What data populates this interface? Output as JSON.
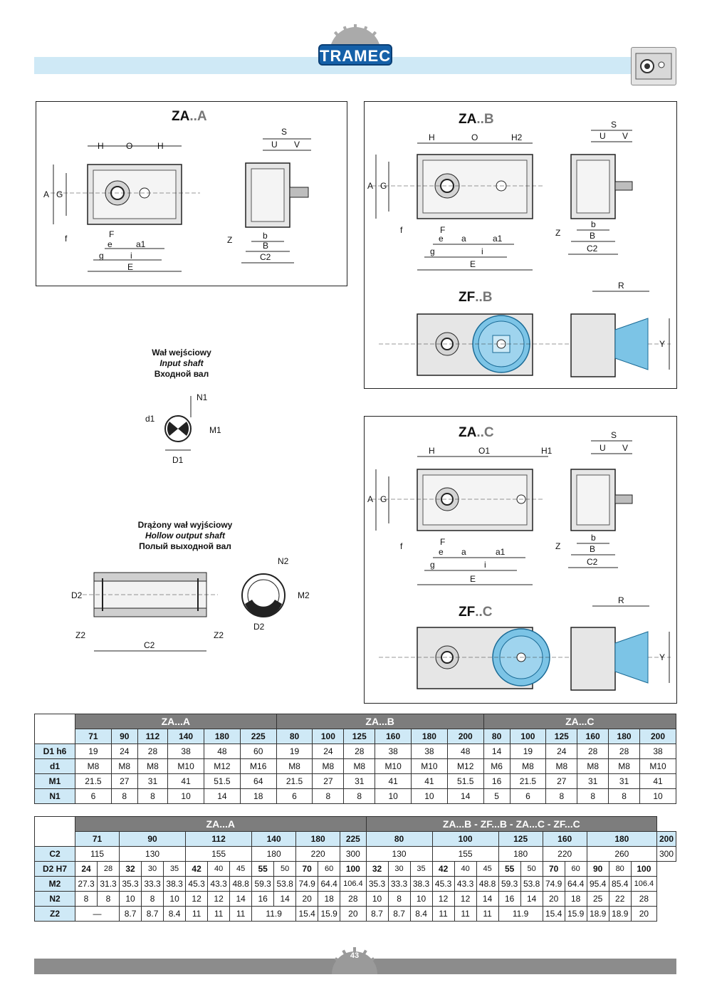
{
  "header": {
    "brand": "TRAMEC"
  },
  "panels": {
    "za_a": {
      "prefix": "ZA",
      "suffix": "..A"
    },
    "za_b": {
      "prefix": "ZA",
      "suffix": "..B"
    },
    "zf_b": {
      "prefix": "ZF",
      "suffix": "..B"
    },
    "za_c": {
      "prefix": "ZA",
      "suffix": "..C"
    },
    "zf_c": {
      "prefix": "ZF",
      "suffix": "..C"
    }
  },
  "captions": {
    "input": {
      "pl": "Wał wejściowy",
      "en": "Input shaft",
      "ru": "Входной вал"
    },
    "hollow": {
      "pl": "Drążony wał wyjściowy",
      "en": "Hollow output shaft",
      "ru": "Полый выходной вал"
    }
  },
  "table1": {
    "groups": [
      "ZA...A",
      "ZA...B",
      "ZA...C"
    ],
    "sizes": [
      "71",
      "90",
      "112",
      "140",
      "180",
      "225",
      "80",
      "100",
      "125",
      "160",
      "180",
      "200",
      "80",
      "100",
      "125",
      "160",
      "180",
      "200"
    ],
    "rows": [
      {
        "label": "D1 h6",
        "values": [
          "19",
          "24",
          "28",
          "38",
          "48",
          "60",
          "19",
          "24",
          "28",
          "38",
          "38",
          "48",
          "14",
          "19",
          "24",
          "28",
          "28",
          "38"
        ]
      },
      {
        "label": "d1",
        "values": [
          "M8",
          "M8",
          "M8",
          "M10",
          "M12",
          "M16",
          "M8",
          "M8",
          "M8",
          "M10",
          "M10",
          "M12",
          "M6",
          "M8",
          "M8",
          "M8",
          "M8",
          "M10"
        ]
      },
      {
        "label": "M1",
        "values": [
          "21.5",
          "27",
          "31",
          "41",
          "51.5",
          "64",
          "21.5",
          "27",
          "31",
          "41",
          "41",
          "51.5",
          "16",
          "21.5",
          "27",
          "31",
          "31",
          "41"
        ]
      },
      {
        "label": "N1",
        "values": [
          "6",
          "8",
          "8",
          "10",
          "14",
          "18",
          "6",
          "8",
          "8",
          "10",
          "10",
          "14",
          "5",
          "6",
          "8",
          "8",
          "8",
          "10"
        ]
      }
    ]
  },
  "table2": {
    "groups": [
      "ZA...A",
      "ZA...B - ZF...B - ZA...C - ZF...C"
    ],
    "sizes": [
      {
        "label": "71",
        "span": 2
      },
      {
        "label": "90",
        "span": 3
      },
      {
        "label": "112",
        "span": 3
      },
      {
        "label": "140",
        "span": 2
      },
      {
        "label": "180",
        "span": 2
      },
      {
        "label": "225",
        "span": 1
      },
      {
        "label": "80",
        "span": 3
      },
      {
        "label": "100",
        "span": 3
      },
      {
        "label": "125",
        "span": 2
      },
      {
        "label": "160",
        "span": 2
      },
      {
        "label": "180",
        "span": 3
      },
      {
        "label": "200",
        "span": 1
      }
    ],
    "c2": [
      {
        "v": "115",
        "span": 2
      },
      {
        "v": "130",
        "span": 3
      },
      {
        "v": "155",
        "span": 3
      },
      {
        "v": "180",
        "span": 2
      },
      {
        "v": "220",
        "span": 2
      },
      {
        "v": "300",
        "span": 1
      },
      {
        "v": "130",
        "span": 3
      },
      {
        "v": "155",
        "span": 3
      },
      {
        "v": "180",
        "span": 2
      },
      {
        "v": "220",
        "span": 2
      },
      {
        "v": "260",
        "span": 3
      },
      {
        "v": "300",
        "span": 1
      }
    ],
    "d2": [
      "24",
      "28",
      "32",
      "30",
      "35",
      "42",
      "40",
      "45",
      "55",
      "50",
      "70",
      "60",
      "100",
      "32",
      "30",
      "35",
      "42",
      "40",
      "45",
      "55",
      "50",
      "70",
      "60",
      "90",
      "80",
      "100"
    ],
    "d2_bold": [
      true,
      false,
      true,
      false,
      false,
      true,
      false,
      false,
      true,
      false,
      true,
      false,
      true,
      true,
      false,
      false,
      true,
      false,
      false,
      true,
      false,
      true,
      false,
      true,
      false,
      true
    ],
    "m2": [
      "27.3",
      "31.3",
      "35.3",
      "33.3",
      "38.3",
      "45.3",
      "43.3",
      "48.8",
      "59.3",
      "53.8",
      "74.9",
      "64.4",
      "106.4",
      "35.3",
      "33.3",
      "38.3",
      "45.3",
      "43.3",
      "48.8",
      "59.3",
      "53.8",
      "74.9",
      "64.4",
      "95.4",
      "85.4",
      "106.4"
    ],
    "n2": [
      "8",
      "8",
      "10",
      "8",
      "10",
      "12",
      "12",
      "14",
      "16",
      "14",
      "20",
      "18",
      "28",
      "10",
      "8",
      "10",
      "12",
      "12",
      "14",
      "16",
      "14",
      "20",
      "18",
      "25",
      "22",
      "28"
    ],
    "z2": [
      {
        "v": "—",
        "span": 2
      },
      {
        "v": "8.7",
        "span": 1
      },
      {
        "v": "8.7",
        "span": 1
      },
      {
        "v": "8.4",
        "span": 1
      },
      {
        "v": "11",
        "span": 1
      },
      {
        "v": "11",
        "span": 1
      },
      {
        "v": "11",
        "span": 1
      },
      {
        "v": "11.9",
        "span": 2
      },
      {
        "v": "15.4",
        "span": 1
      },
      {
        "v": "15.9",
        "span": 1
      },
      {
        "v": "20",
        "span": 1
      },
      {
        "v": "8.7",
        "span": 1
      },
      {
        "v": "8.7",
        "span": 1
      },
      {
        "v": "8.4",
        "span": 1
      },
      {
        "v": "11",
        "span": 1
      },
      {
        "v": "11",
        "span": 1
      },
      {
        "v": "11",
        "span": 1
      },
      {
        "v": "11.9",
        "span": 2
      },
      {
        "v": "15.4",
        "span": 1
      },
      {
        "v": "15.9",
        "span": 1
      },
      {
        "v": "18.9",
        "span": 1
      },
      {
        "v": "18.9",
        "span": 1
      },
      {
        "v": "20",
        "span": 1
      }
    ],
    "row_labels": {
      "c2": "C2",
      "d2": "D2 H7",
      "m2": "M2",
      "n2": "N2",
      "z2": "Z2"
    }
  },
  "footer": {
    "page": "43"
  }
}
